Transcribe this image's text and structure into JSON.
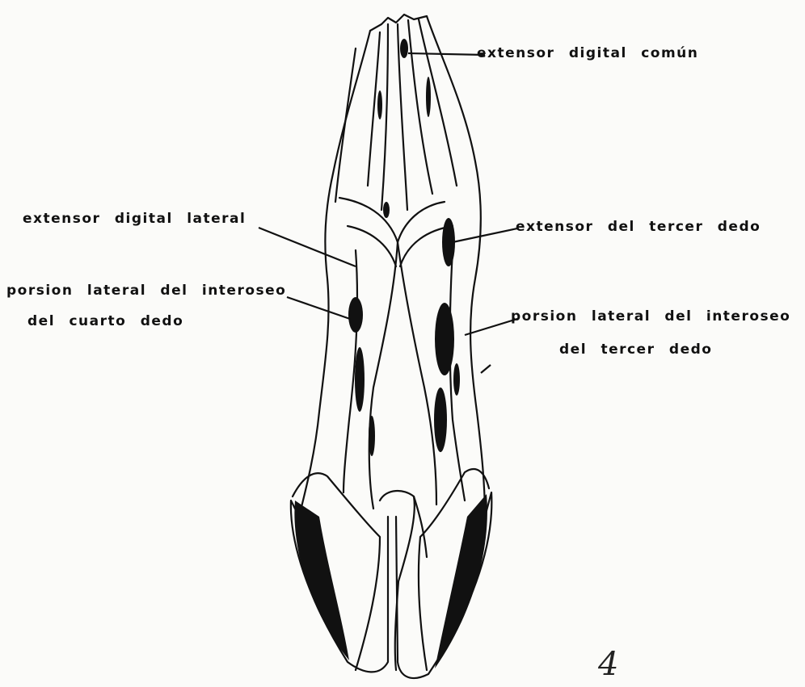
{
  "labels": {
    "extensor_digital_comun": "extensor digital común",
    "extensor_digital_lateral": "extensor digital lateral",
    "extensor_tercer_dedo": "extensor del tercer dedo",
    "porcion_interoseo_cuarto_line1": "porsion lateral del interoseo",
    "porcion_interoseo_cuarto_line2": "del cuarto dedo",
    "porcion_interoseo_tercer_line1": "porsion lateral del interoseo",
    "porcion_interoseo_tercer_line2": "del tercer dedo"
  },
  "handwritten_mark": "4",
  "colors": {
    "ink": "#111111",
    "paper": "#fbfbf9"
  }
}
